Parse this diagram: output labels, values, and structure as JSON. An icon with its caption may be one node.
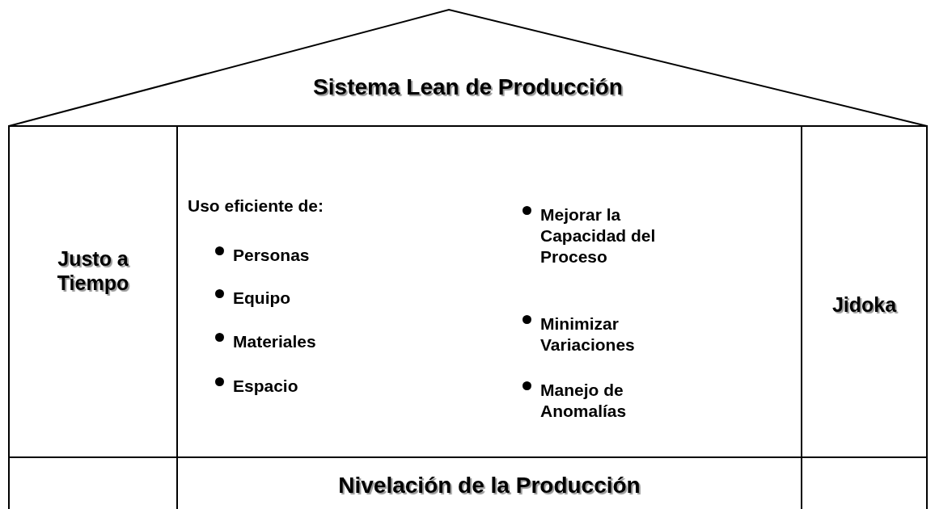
{
  "diagram": {
    "nodes": [
      {
        "text": [
          "Sistema Lean de Producción"
        ]
      },
      {
        "text": [
          "Justo a Tiempo"
        ]
      },
      {
        "text": [
          "Uso eficiente de:",
          "Personas",
          "Equipo",
          "Materiales",
          "Espacio",
          "Mejorar la Capacidad del Proceso",
          "Minimizar Variaciones",
          "Manejo de Anomalías"
        ]
      },
      {
        "text": [
          "Jidoka"
        ]
      },
      {
        "text": [
          "Nivelación de la Producción"
        ]
      }
    ],
    "edges": []
  }
}
